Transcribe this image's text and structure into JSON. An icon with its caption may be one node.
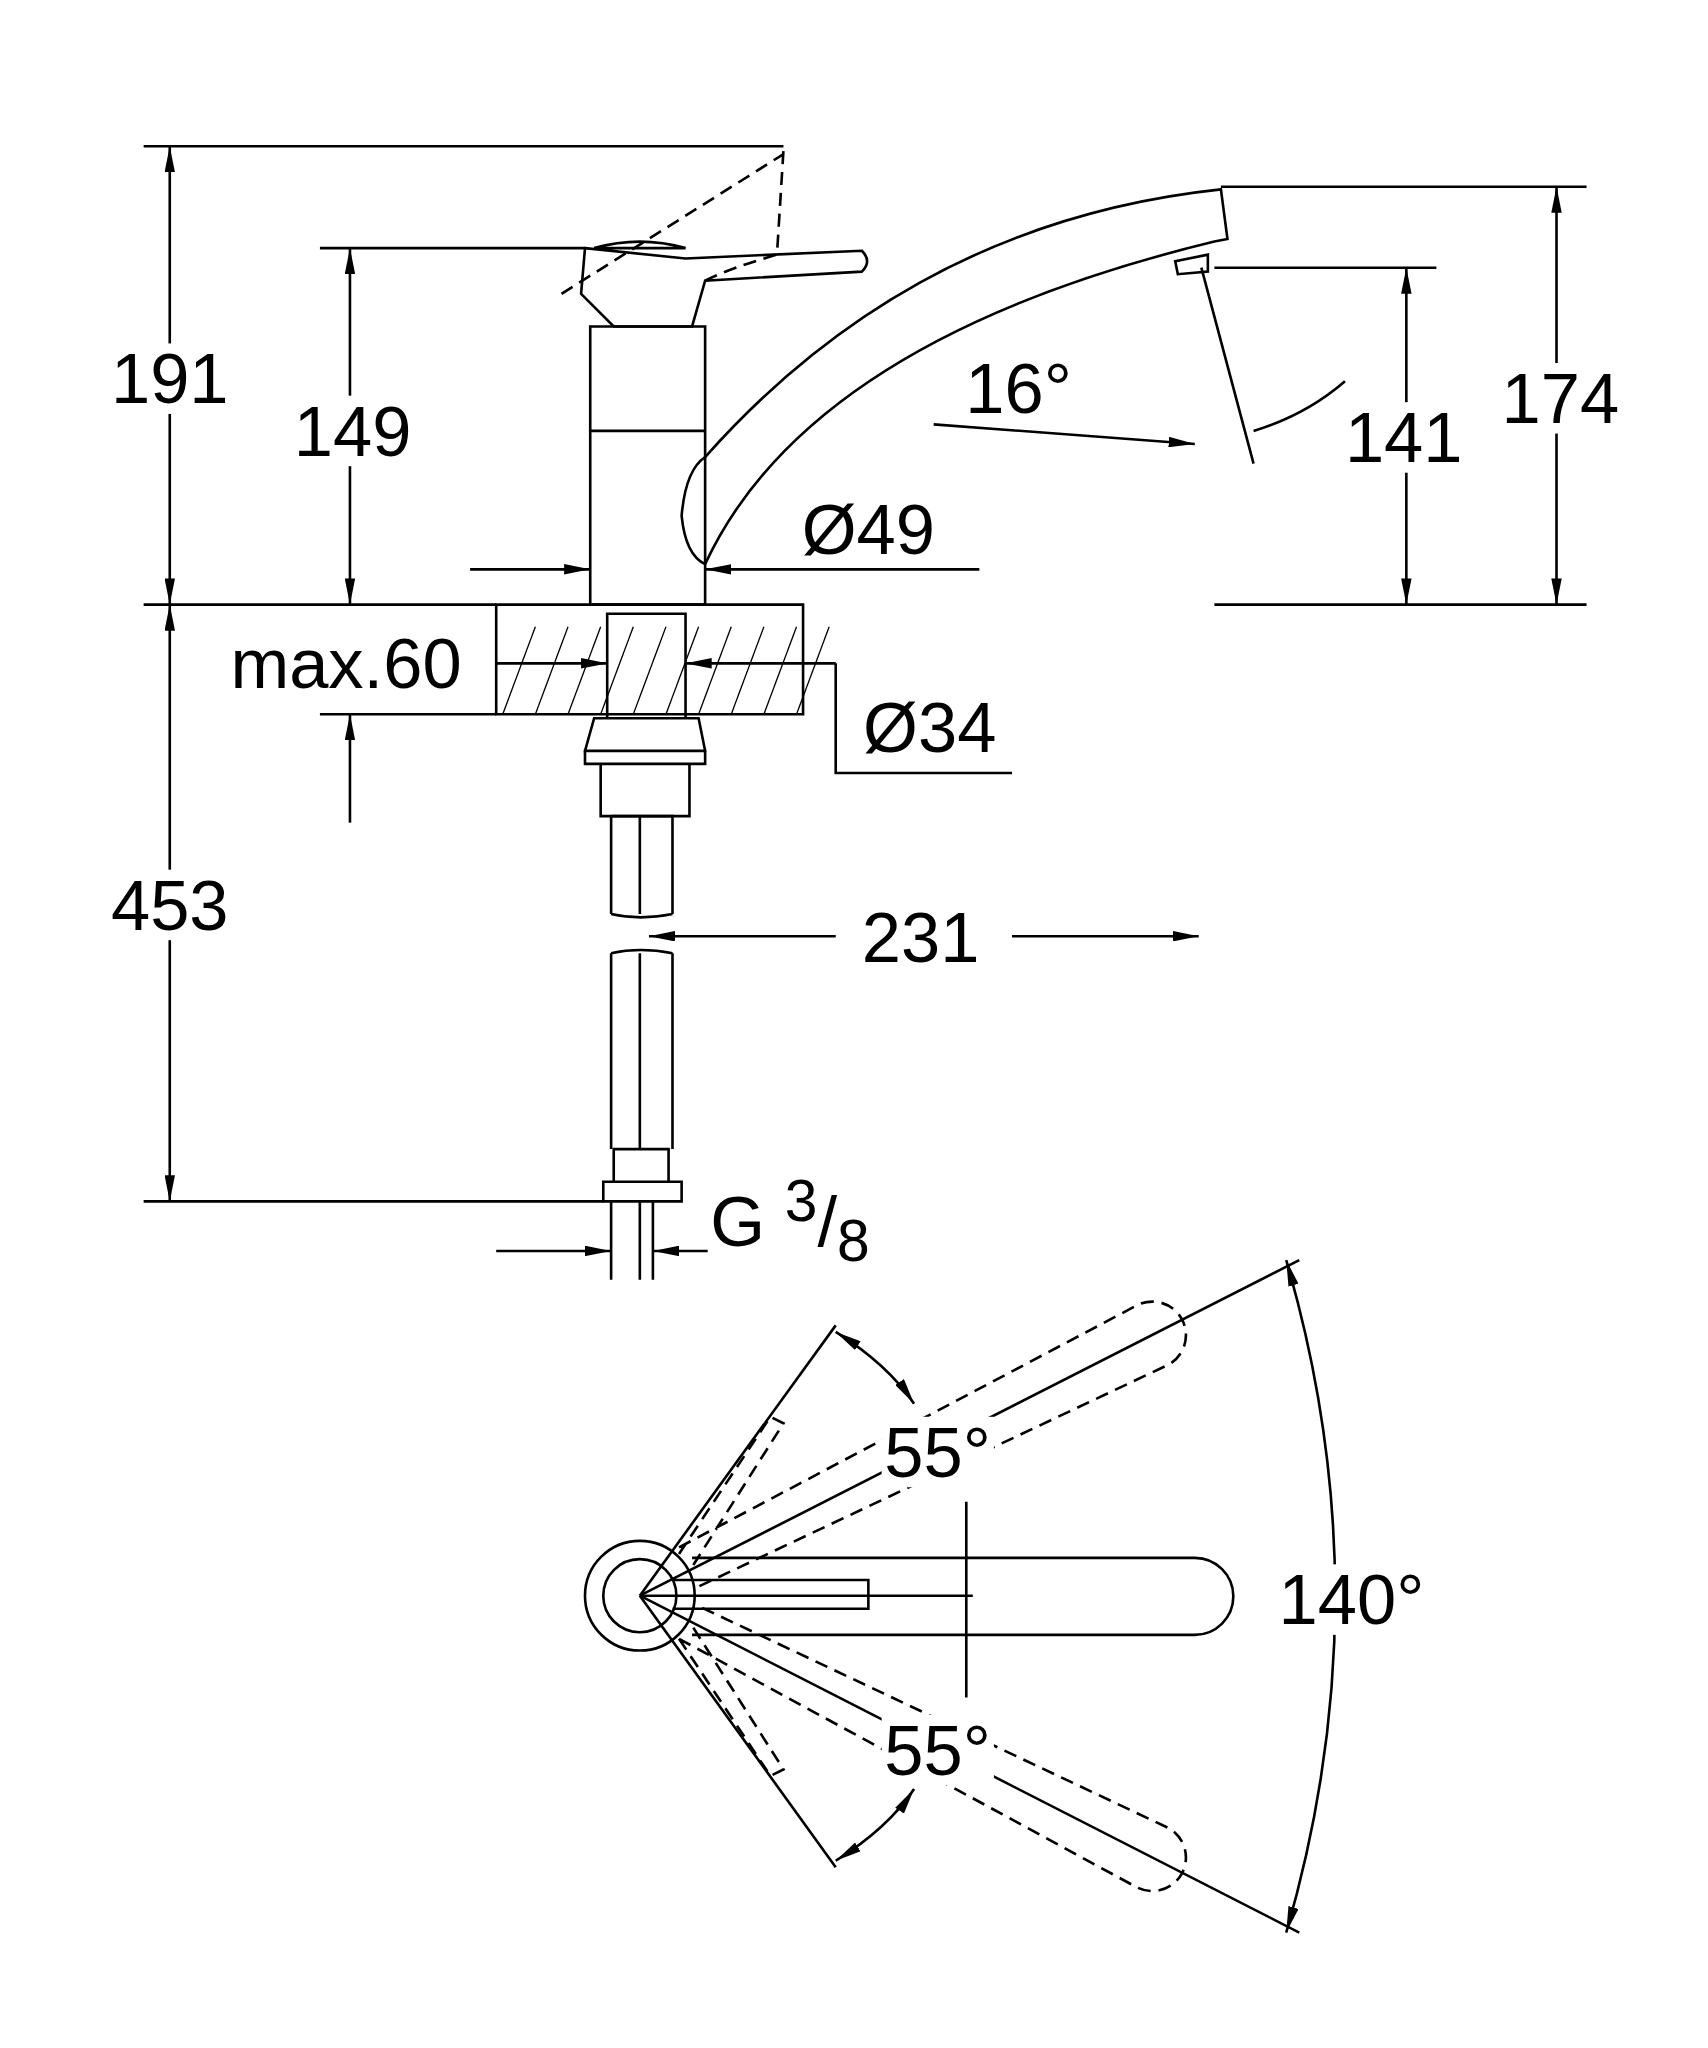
{
  "diagram": {
    "labels": [
      "191",
      "149",
      "16°",
      "174",
      "141",
      "Ø49",
      "max.60",
      "Ø34",
      "453",
      "231",
      "G $^{3}$/$_{8}$",
      "55°",
      "140°",
      "55°"
    ]
  }
}
